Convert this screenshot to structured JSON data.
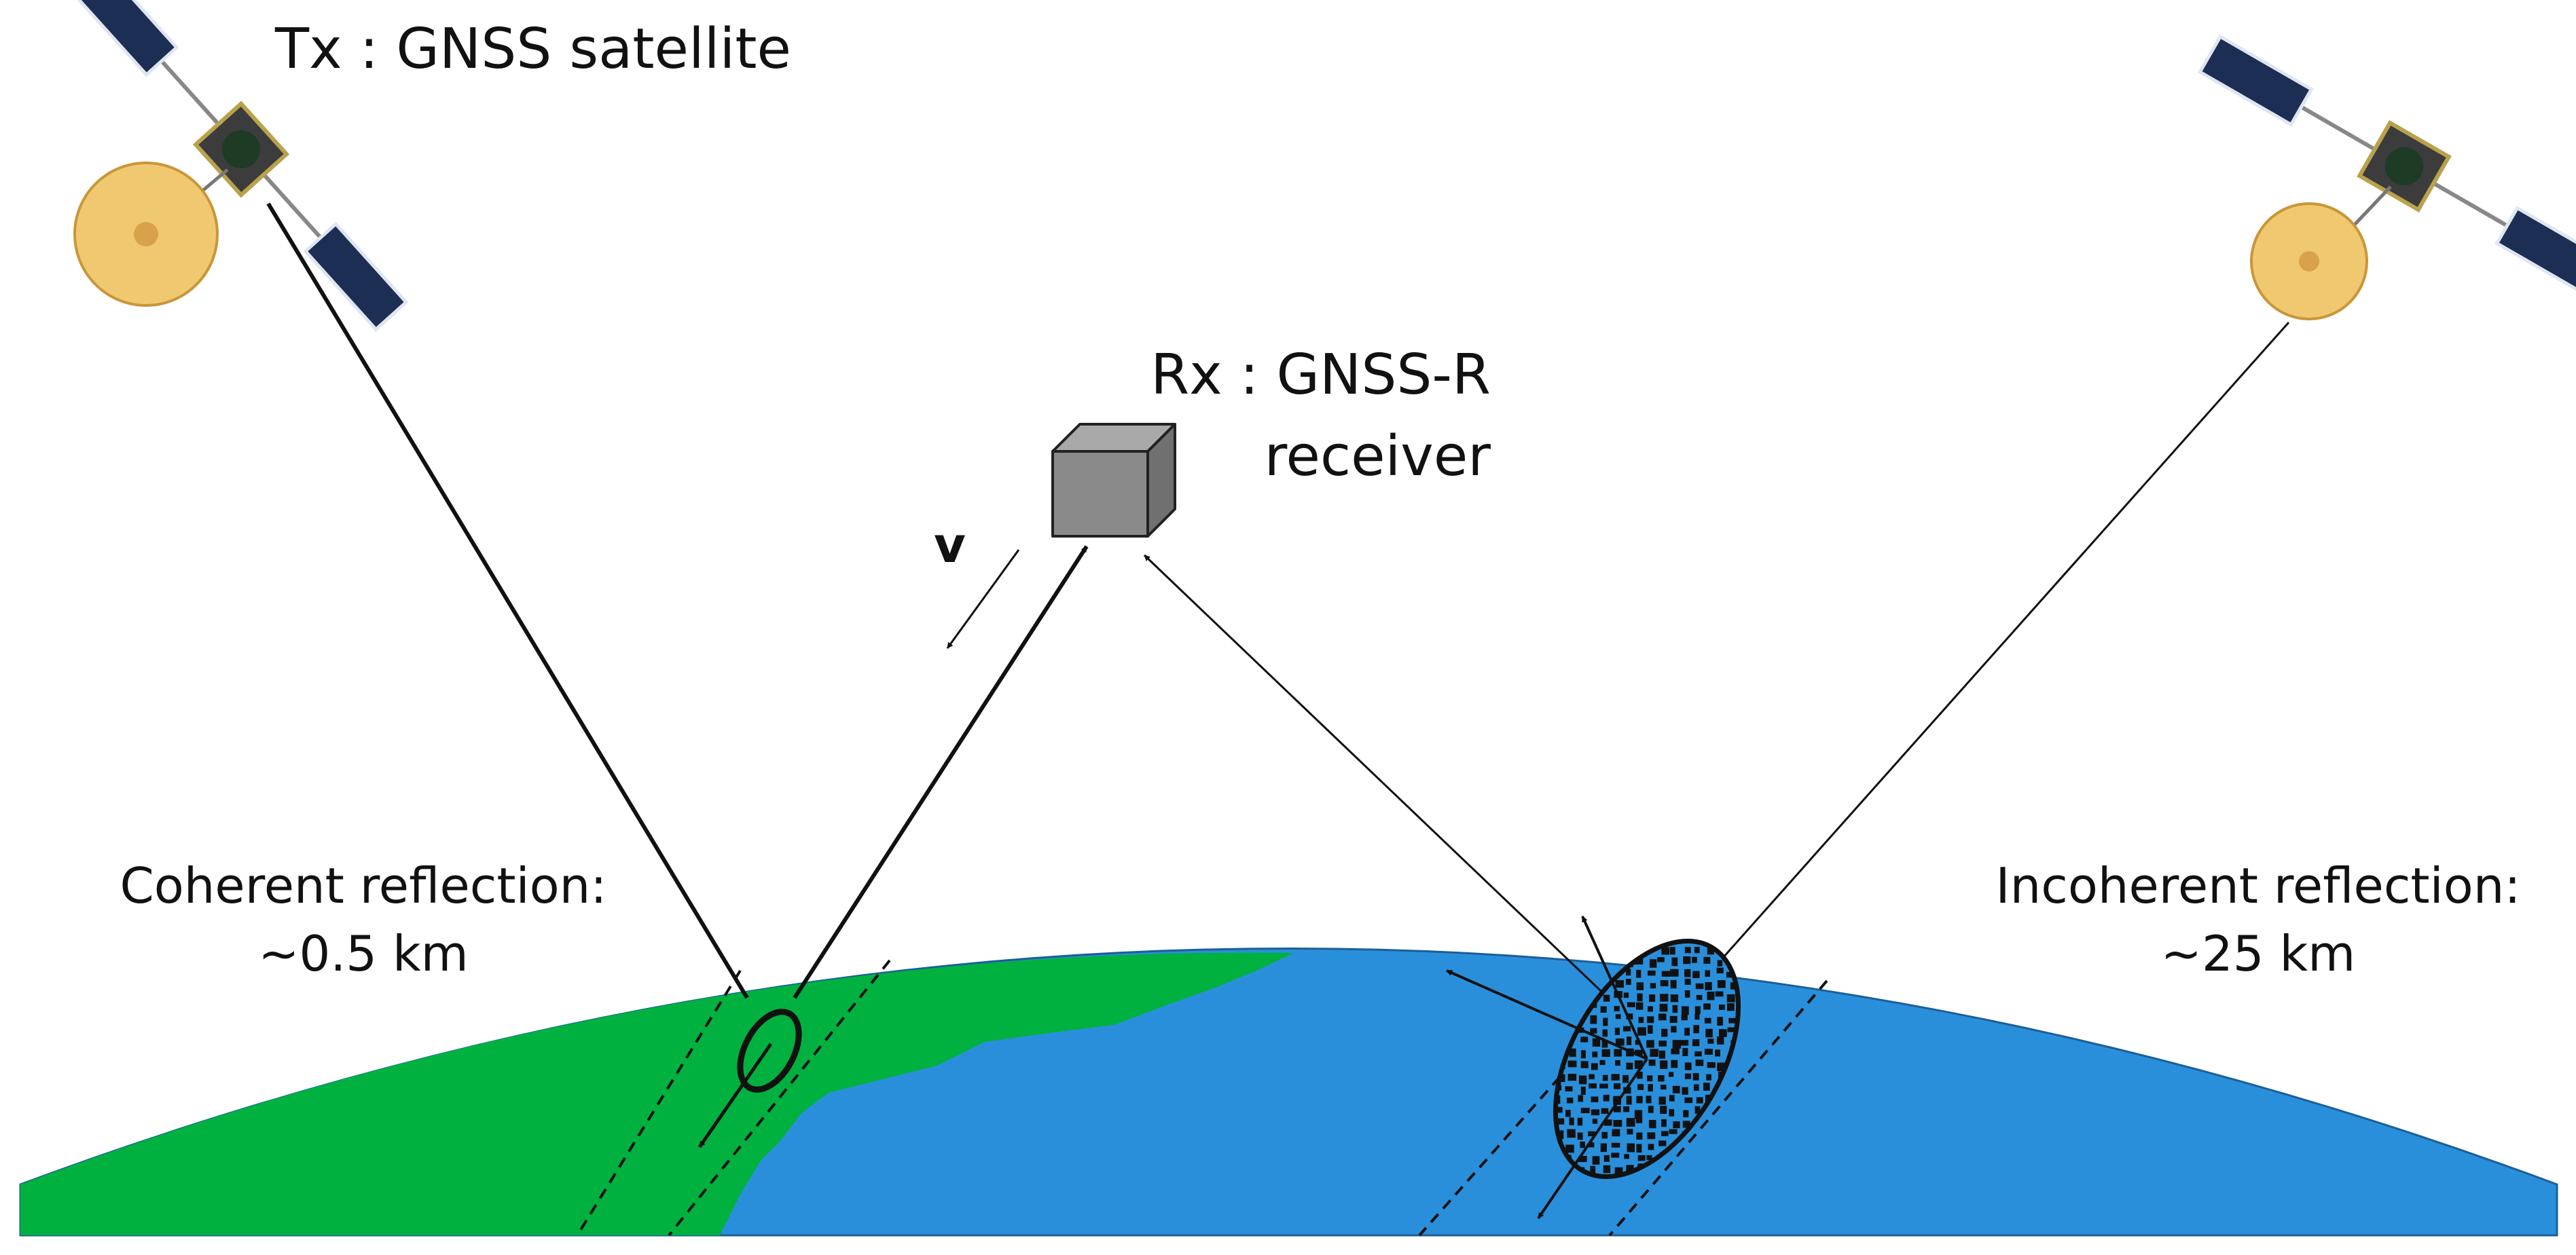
{
  "labels": {
    "tx": "Tx : GNSS satellite",
    "rx_line1": "Rx : GNSS-R",
    "rx_line2": "receiver",
    "velocity": "v",
    "coherent_line1": "Coherent reflection:",
    "coherent_line2": "~0.5 km",
    "incoherent_line1": "Incoherent reflection:",
    "incoherent_line2": "~25 km"
  },
  "colors": {
    "land": "#00b140",
    "ocean": "#2a8fdb",
    "receiver_box": "#8a8a8a",
    "solar_panel": "#1d2e55",
    "antenna_dish": "#f0c870",
    "line": "#111111"
  },
  "icons": {
    "transmitter": "satellite-icon",
    "receiver": "receiver-box-icon"
  }
}
